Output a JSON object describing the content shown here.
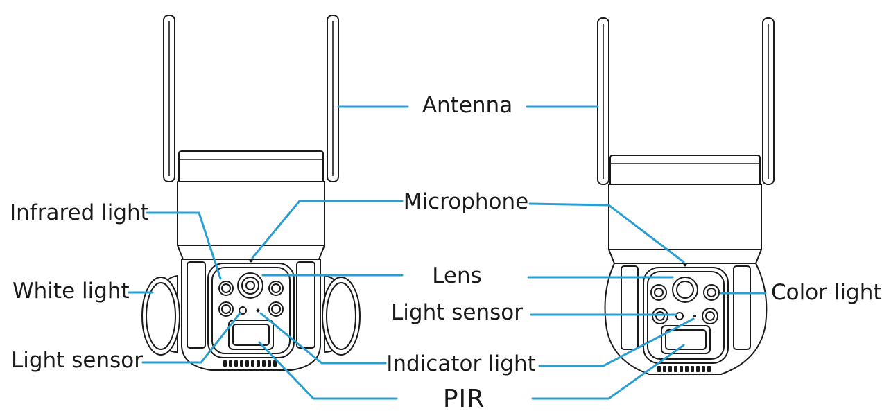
{
  "labels": {
    "antenna": "Antenna",
    "microphone": "Microphone",
    "infrared_light": "Infrared light",
    "white_light": "White light",
    "light_sensor_left": "Light sensor",
    "lens": "Lens",
    "light_sensor_center": "Light sensor",
    "indicator_light": "Indicator light",
    "pir": "PIR",
    "color_light": "Color light"
  },
  "colors": {
    "leader_line": "#2a9ed1",
    "outline": "#1a1a1a",
    "background": "#ffffff"
  }
}
